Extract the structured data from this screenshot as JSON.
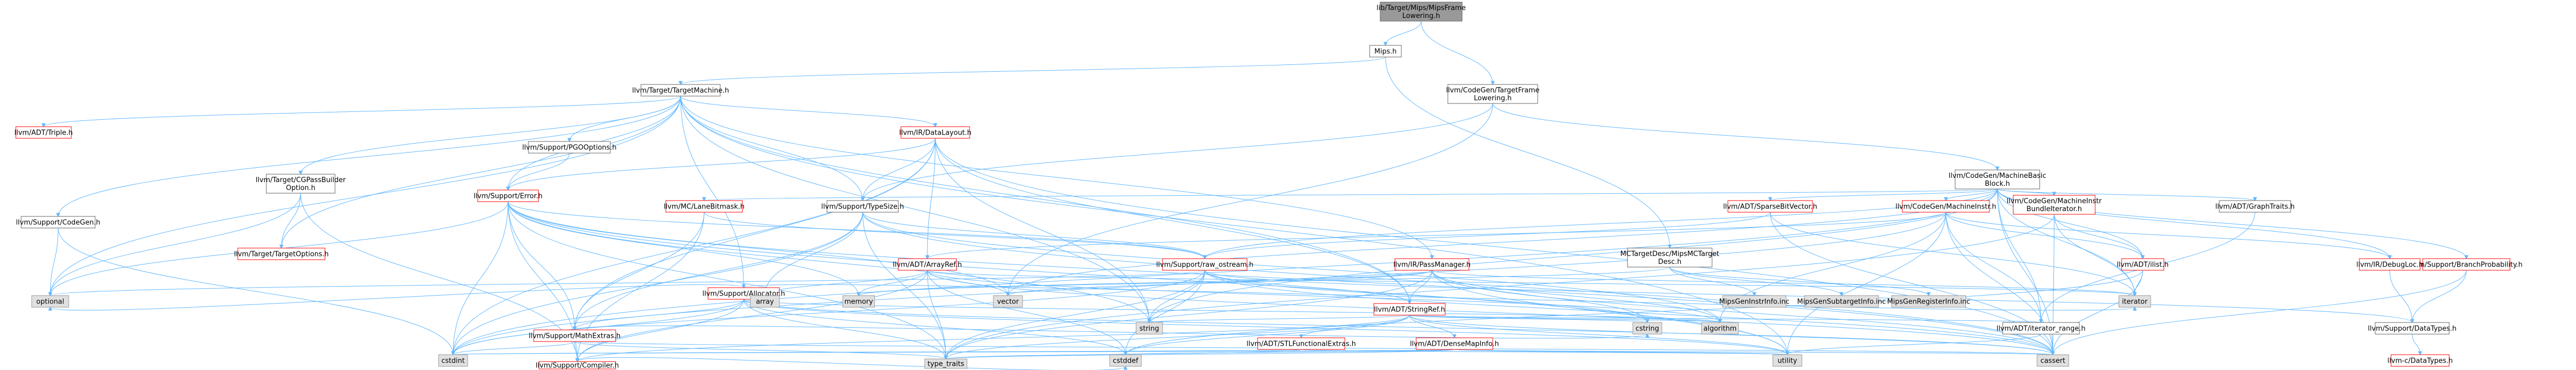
{
  "colors": {
    "root_fill": "#999999",
    "root_stroke": "#666666",
    "node_fill": "#ffffff",
    "node_stroke": "#666666",
    "red_stroke": "#ff0000",
    "system_fill": "#e0e0e0",
    "system_stroke": "#999999",
    "edge": "#63b8ff"
  },
  "nodes": [
    {
      "id": "root",
      "lines": [
        "lib/Target/Mips/MipsFrame",
        "Lowering.h"
      ],
      "style": "root"
    },
    {
      "id": "mips_h",
      "lines": [
        "Mips.h"
      ],
      "style": "normal"
    },
    {
      "id": "cg_tfl",
      "lines": [
        "llvm/CodeGen/TargetFrame",
        "Lowering.h"
      ],
      "style": "normal"
    },
    {
      "id": "target_machine",
      "lines": [
        "llvm/Target/TargetMachine.h"
      ],
      "style": "normal"
    },
    {
      "id": "mbb",
      "lines": [
        "llvm/CodeGen/MachineBasic",
        "Block.h"
      ],
      "style": "normal"
    },
    {
      "id": "triple",
      "lines": [
        "llvm/ADT/Triple.h"
      ],
      "style": "red"
    },
    {
      "id": "cgpass",
      "lines": [
        "llvm/Target/CGPassBuilder",
        "Option.h"
      ],
      "style": "normal"
    },
    {
      "id": "codegen_h",
      "lines": [
        "llvm/Support/CodeGen.h"
      ],
      "style": "normal"
    },
    {
      "id": "pgo",
      "lines": [
        "llvm/Support/PGOOptions.h"
      ],
      "style": "normal"
    },
    {
      "id": "datalayout",
      "lines": [
        "llvm/IR/DataLayout.h"
      ],
      "style": "red"
    },
    {
      "id": "lanebitmask",
      "lines": [
        "llvm/MC/LaneBitmask.h"
      ],
      "style": "red"
    },
    {
      "id": "error_h",
      "lines": [
        "llvm/Support/Error.h"
      ],
      "style": "red"
    },
    {
      "id": "typesize",
      "lines": [
        "llvm/Support/TypeSize.h"
      ],
      "style": "normal"
    },
    {
      "id": "sparsebv",
      "lines": [
        "llvm/ADT/SparseBitVector.h"
      ],
      "style": "red"
    },
    {
      "id": "machineinstr",
      "lines": [
        "llvm/CodeGen/MachineInstr.h"
      ],
      "style": "red"
    },
    {
      "id": "mibundle",
      "lines": [
        "llvm/CodeGen/MachineInstr",
        "BundleIterator.h"
      ],
      "style": "red"
    },
    {
      "id": "graphtraits",
      "lines": [
        "llvm/ADT/GraphTraits.h"
      ],
      "style": "normal"
    },
    {
      "id": "targetoptions",
      "lines": [
        "llvm/Target/TargetOptions.h"
      ],
      "style": "red"
    },
    {
      "id": "allocator",
      "lines": [
        "llvm/Support/Allocator.h"
      ],
      "style": "red"
    },
    {
      "id": "arrayref",
      "lines": [
        "llvm/ADT/ArrayRef.h"
      ],
      "style": "red"
    },
    {
      "id": "raw_ostream",
      "lines": [
        "llvm/Support/raw_ostream.h"
      ],
      "style": "red"
    },
    {
      "id": "passmanager",
      "lines": [
        "llvm/IR/PassManager.h"
      ],
      "style": "red"
    },
    {
      "id": "mcdesc",
      "lines": [
        "MCTargetDesc/MipsMCTarget",
        "Desc.h"
      ],
      "style": "normal"
    },
    {
      "id": "ilist",
      "lines": [
        "llvm/ADT/ilist.h"
      ],
      "style": "red"
    },
    {
      "id": "branchprob",
      "lines": [
        "llvm/Support/BranchProbability.h"
      ],
      "style": "red"
    },
    {
      "id": "debugloc",
      "lines": [
        "llvm/IR/DebugLoc.h"
      ],
      "style": "red"
    },
    {
      "id": "mathextras",
      "lines": [
        "llvm/Support/MathExtras.h"
      ],
      "style": "red"
    },
    {
      "id": "stringref",
      "lines": [
        "llvm/ADT/StringRef.h"
      ],
      "style": "red"
    },
    {
      "id": "compiler",
      "lines": [
        "llvm/Support/Compiler.h"
      ],
      "style": "red"
    },
    {
      "id": "stlfunc",
      "lines": [
        "llvm/ADT/STLFunctionalExtras.h"
      ],
      "style": "red"
    },
    {
      "id": "densemapinfo",
      "lines": [
        "llvm/ADT/DenseMapInfo.h"
      ],
      "style": "red"
    },
    {
      "id": "iterator_range",
      "lines": [
        "llvm/ADT/iterator_range.h"
      ],
      "style": "normal"
    },
    {
      "id": "datatypes",
      "lines": [
        "llvm/Support/DataTypes.h"
      ],
      "style": "normal"
    },
    {
      "id": "c_datatypes",
      "lines": [
        "llvm-c/DataTypes.h"
      ],
      "style": "red"
    },
    {
      "id": "mipsgeninstr",
      "lines": [
        "MipsGenInstrInfo.inc"
      ],
      "style": "system"
    },
    {
      "id": "mipsgensubtarget",
      "lines": [
        "MipsGenSubtargetInfo.inc"
      ],
      "style": "system"
    },
    {
      "id": "mipsgenregister",
      "lines": [
        "MipsGenRegisterInfo.inc"
      ],
      "style": "system"
    },
    {
      "id": "optional",
      "lines": [
        "optional"
      ],
      "style": "system"
    },
    {
      "id": "array",
      "lines": [
        "array"
      ],
      "style": "system"
    },
    {
      "id": "memory",
      "lines": [
        "memory"
      ],
      "style": "system"
    },
    {
      "id": "vector",
      "lines": [
        "vector"
      ],
      "style": "system"
    },
    {
      "id": "iterator",
      "lines": [
        "iterator"
      ],
      "style": "system"
    },
    {
      "id": "cstring",
      "lines": [
        "cstring"
      ],
      "style": "system"
    },
    {
      "id": "algorithm",
      "lines": [
        "algorithm"
      ],
      "style": "system"
    },
    {
      "id": "string",
      "lines": [
        "string"
      ],
      "style": "system"
    },
    {
      "id": "cstdint",
      "lines": [
        "cstdint"
      ],
      "style": "system"
    },
    {
      "id": "cstddef",
      "lines": [
        "cstddef"
      ],
      "style": "system"
    },
    {
      "id": "type_traits",
      "lines": [
        "type_traits"
      ],
      "style": "system"
    },
    {
      "id": "utility",
      "lines": [
        "utility"
      ],
      "style": "system"
    },
    {
      "id": "cassert",
      "lines": [
        "cassert"
      ],
      "style": "system"
    }
  ],
  "edges": [
    [
      "root",
      "mips_h"
    ],
    [
      "root",
      "cg_tfl"
    ],
    [
      "mips_h",
      "target_machine"
    ],
    [
      "mips_h",
      "mcdesc"
    ],
    [
      "cg_tfl",
      "mbb"
    ],
    [
      "cg_tfl",
      "typesize"
    ],
    [
      "cg_tfl",
      "vector"
    ],
    [
      "target_machine",
      "triple"
    ],
    [
      "target_machine",
      "cgpass"
    ],
    [
      "target_machine",
      "codegen_h"
    ],
    [
      "target_machine",
      "pgo"
    ],
    [
      "target_machine",
      "datalayout"
    ],
    [
      "target_machine",
      "error_h"
    ],
    [
      "target_machine",
      "allocator"
    ],
    [
      "target_machine",
      "passmanager"
    ],
    [
      "target_machine",
      "targetoptions"
    ],
    [
      "target_machine",
      "typesize"
    ],
    [
      "target_machine",
      "optional"
    ],
    [
      "target_machine",
      "string"
    ],
    [
      "target_machine",
      "utility"
    ],
    [
      "target_machine",
      "stringref"
    ],
    [
      "mbb",
      "sparsebv"
    ],
    [
      "mbb",
      "machineinstr"
    ],
    [
      "mbb",
      "mibundle"
    ],
    [
      "mbb",
      "graphtraits"
    ],
    [
      "mbb",
      "ilist"
    ],
    [
      "mbb",
      "iterator_range"
    ],
    [
      "mbb",
      "lanebitmask"
    ],
    [
      "mbb",
      "branchprob"
    ],
    [
      "mbb",
      "debugloc"
    ],
    [
      "mbb",
      "raw_ostream"
    ],
    [
      "mbb",
      "cassert"
    ],
    [
      "mbb",
      "cstdint"
    ],
    [
      "mbb",
      "iterator"
    ],
    [
      "mbb",
      "string"
    ],
    [
      "mbb",
      "vector"
    ],
    [
      "cgpass",
      "optional"
    ],
    [
      "cgpass",
      "targetoptions"
    ],
    [
      "cgpass",
      "compiler"
    ],
    [
      "codegen_h",
      "optional"
    ],
    [
      "codegen_h",
      "cstdint"
    ],
    [
      "pgo",
      "error_h"
    ],
    [
      "datalayout",
      "arrayref"
    ],
    [
      "datalayout",
      "stringref"
    ],
    [
      "datalayout",
      "typesize"
    ],
    [
      "datalayout",
      "mathextras"
    ],
    [
      "datalayout",
      "error_h"
    ],
    [
      "datalayout",
      "cassert"
    ],
    [
      "datalayout",
      "cstdint"
    ],
    [
      "datalayout",
      "string"
    ],
    [
      "error_h",
      "compiler"
    ],
    [
      "error_h",
      "mathextras"
    ],
    [
      "error_h",
      "raw_ostream"
    ],
    [
      "error_h",
      "cassert"
    ],
    [
      "error_h",
      "cstdint"
    ],
    [
      "error_h",
      "memory"
    ],
    [
      "error_h",
      "optional"
    ],
    [
      "error_h",
      "string"
    ],
    [
      "error_h",
      "type_traits"
    ],
    [
      "error_h",
      "utility"
    ],
    [
      "error_h",
      "vector"
    ],
    [
      "typesize",
      "mathextras"
    ],
    [
      "typesize",
      "raw_ostream"
    ],
    [
      "typesize",
      "algorithm"
    ],
    [
      "typesize",
      "array"
    ],
    [
      "typesize",
      "cassert"
    ],
    [
      "typesize",
      "cstdint"
    ],
    [
      "typesize",
      "type_traits"
    ],
    [
      "lanebitmask",
      "compiler"
    ],
    [
      "lanebitmask",
      "mathextras"
    ],
    [
      "lanebitmask",
      "raw_ostream"
    ],
    [
      "sparsebv",
      "raw_ostream"
    ],
    [
      "sparsebv",
      "cassert"
    ],
    [
      "sparsebv",
      "climits"
    ],
    [
      "sparsebv",
      "iterator"
    ],
    [
      "machineinstr",
      "arrayref"
    ],
    [
      "machineinstr",
      "ilist"
    ],
    [
      "machineinstr",
      "iterator_range"
    ],
    [
      "machineinstr",
      "debugloc"
    ],
    [
      "machineinstr",
      "algorithm"
    ],
    [
      "machineinstr",
      "cassert"
    ],
    [
      "machineinstr",
      "cstdint"
    ],
    [
      "machineinstr",
      "utility"
    ],
    [
      "mibundle",
      "ilist"
    ],
    [
      "mibundle",
      "cassert"
    ],
    [
      "mibundle",
      "iterator"
    ],
    [
      "mibundle",
      "type_traits"
    ],
    [
      "graphtraits",
      "iterator_range"
    ],
    [
      "allocator",
      "compiler"
    ],
    [
      "allocator",
      "mathextras"
    ],
    [
      "allocator",
      "algorithm"
    ],
    [
      "allocator",
      "cassert"
    ],
    [
      "allocator",
      "cstddef"
    ],
    [
      "allocator",
      "cstdint"
    ],
    [
      "allocator",
      "iterator"
    ],
    [
      "allocator",
      "optional"
    ],
    [
      "allocator",
      "type_traits"
    ],
    [
      "allocator",
      "utility"
    ],
    [
      "arrayref",
      "compiler"
    ],
    [
      "arrayref",
      "algorithm"
    ],
    [
      "arrayref",
      "array"
    ],
    [
      "arrayref",
      "cassert"
    ],
    [
      "arrayref",
      "cstddef"
    ],
    [
      "arrayref",
      "iterator"
    ],
    [
      "arrayref",
      "memory"
    ],
    [
      "arrayref",
      "type_traits"
    ],
    [
      "arrayref",
      "vector"
    ],
    [
      "raw_ostream",
      "stringref"
    ],
    [
      "raw_ostream",
      "datatypes"
    ],
    [
      "raw_ostream",
      "cassert"
    ],
    [
      "raw_ostream",
      "cstddef"
    ],
    [
      "raw_ostream",
      "cstdint"
    ],
    [
      "raw_ostream",
      "cstring"
    ],
    [
      "raw_ostream",
      "optional"
    ],
    [
      "raw_ostream",
      "string"
    ],
    [
      "raw_ostream",
      "type_traits"
    ],
    [
      "passmanager",
      "stringref"
    ],
    [
      "passmanager",
      "algorithm"
    ],
    [
      "passmanager",
      "cassert"
    ],
    [
      "passmanager",
      "cstring"
    ],
    [
      "passmanager",
      "iterator"
    ],
    [
      "passmanager",
      "memory"
    ],
    [
      "passmanager",
      "type_traits"
    ],
    [
      "passmanager",
      "utility"
    ],
    [
      "passmanager",
      "vector"
    ],
    [
      "mcdesc",
      "mipsgeninstr"
    ],
    [
      "mcdesc",
      "mipsgensubtarget"
    ],
    [
      "mcdesc",
      "mipsgenregister"
    ],
    [
      "mcdesc",
      "memory"
    ],
    [
      "ilist",
      "iterator"
    ],
    [
      "ilist",
      "cassert"
    ],
    [
      "ilist",
      "cstddef"
    ],
    [
      "branchprob",
      "datatypes"
    ],
    [
      "branchprob",
      "cassert"
    ],
    [
      "branchprob",
      "numeric"
    ],
    [
      "debugloc",
      "datatypes"
    ],
    [
      "mathextras",
      "compiler"
    ],
    [
      "mathextras",
      "cassert"
    ],
    [
      "mathextras",
      "climits"
    ],
    [
      "mathextras",
      "cstdint"
    ],
    [
      "mathextras",
      "cstring"
    ],
    [
      "mathextras",
      "type_traits"
    ],
    [
      "stringref",
      "stlfunc"
    ],
    [
      "stringref",
      "densemapinfo"
    ],
    [
      "stringref",
      "iterator_range"
    ],
    [
      "stringref",
      "compiler"
    ],
    [
      "stringref",
      "algorithm"
    ],
    [
      "stringref",
      "cassert"
    ],
    [
      "stringref",
      "cstddef"
    ],
    [
      "stringref",
      "cstring"
    ],
    [
      "stringref",
      "limits"
    ],
    [
      "stringref",
      "string"
    ],
    [
      "stringref",
      "type_traits"
    ],
    [
      "stringref",
      "utility"
    ],
    [
      "compiler",
      "cstddef"
    ],
    [
      "stlfunc",
      "cstdint"
    ],
    [
      "stlfunc",
      "type_traits"
    ],
    [
      "stlfunc",
      "utility"
    ],
    [
      "densemapinfo",
      "cassert"
    ],
    [
      "densemapinfo",
      "cstddef"
    ],
    [
      "densemapinfo",
      "cstdint"
    ],
    [
      "densemapinfo",
      "utility"
    ],
    [
      "densemapinfo",
      "type_traits"
    ],
    [
      "iterator_range",
      "utility"
    ],
    [
      "datatypes",
      "c_datatypes"
    ]
  ]
}
